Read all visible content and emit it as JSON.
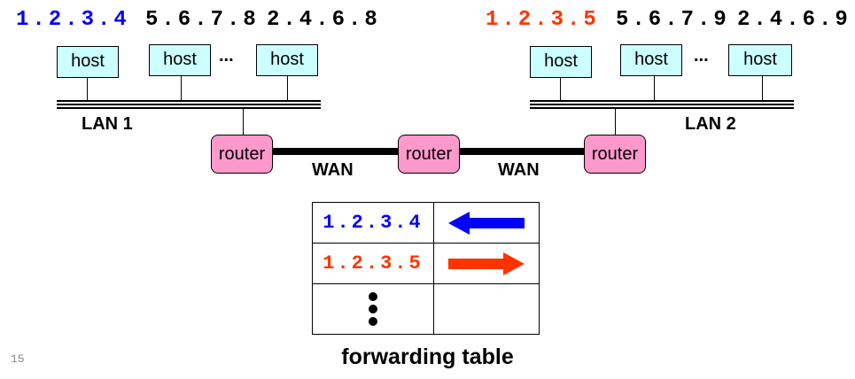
{
  "colors": {
    "ip_blue": "#0000ff",
    "ip_red": "#ff3300",
    "host_fill": "#ccffff",
    "router_fill": "#ff99cc"
  },
  "lan1": {
    "label": "LAN 1",
    "addresses": [
      "1.2.3.4",
      "5.6.7.8",
      "2.4.6.8"
    ],
    "hosts": [
      "host",
      "host",
      "host"
    ],
    "ellipsis": "..."
  },
  "lan2": {
    "label": "LAN 2",
    "addresses": [
      "1.2.3.5",
      "5.6.7.9",
      "2.4.6.9"
    ],
    "hosts": [
      "host",
      "host",
      "host"
    ],
    "ellipsis": "..."
  },
  "routers": [
    "router",
    "router",
    "router"
  ],
  "wan_links": [
    "WAN",
    "WAN"
  ],
  "forwarding_table": {
    "caption": "forwarding table",
    "rows": [
      {
        "address": "1.2.3.4",
        "direction": "left",
        "icon": "arrow-left-icon"
      },
      {
        "address": "1.2.3.5",
        "direction": "right",
        "icon": "arrow-right-icon"
      },
      {
        "address": "",
        "direction": "",
        "icon": "vertical-ellipsis-icon"
      }
    ]
  },
  "slide_number": "15"
}
